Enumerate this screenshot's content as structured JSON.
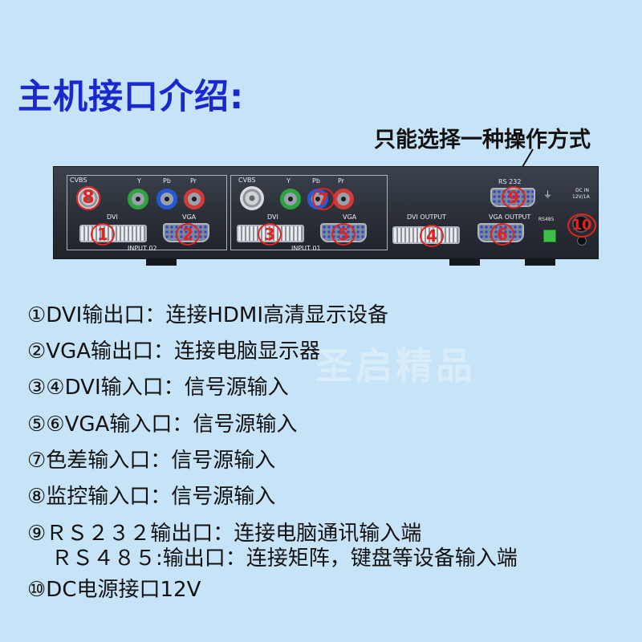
{
  "title": "主机接口介绍:",
  "note": "只能选择一种操作方式",
  "panel": {
    "labels": {
      "cvbs_a": "CVBS",
      "y": "Y",
      "pb": "Pb",
      "pr": "Pr",
      "cvbs_b": "CVBS",
      "y_b": "Y",
      "pb_b": "Pb",
      "pr_b": "Pr",
      "dvi_a": "DVI",
      "vga_a": "VGA",
      "dvi_b": "DVI",
      "vga_b": "VGA",
      "input02": "INPUT 02",
      "input01": "INPUT 01",
      "dvi_output": "DVI OUTPUT",
      "vga_output": "VGA OUTPUT",
      "rs232": "RS 232",
      "rs485": "RS485",
      "dc_in": "DC IN",
      "dc_rating": "12V/1A"
    },
    "numbers": [
      "1",
      "2",
      "3",
      "4",
      "5",
      "6",
      "7",
      "8",
      "9",
      "10"
    ],
    "watermark": "圣启精品"
  },
  "colors": {
    "title": "#1a28d0",
    "marker": "#e32222",
    "background": "#c7e3f7"
  },
  "descriptions": [
    "①DVI输出口：连接HDMI高清显示设备",
    "②VGA输出口：连接电脑显示器",
    "③④DVI输入口：信号源输入",
    "⑤⑥VGA输入口：信号源输入",
    "⑦色差输入口：信号源输入",
    "⑧监控输入口：信号源输入",
    "⑨ＲＳ２３２输出口：连接电脑通讯输入端",
    "ＲＳ４８５:输出口：连接矩阵，键盘等设备输入端",
    "⑩DC电源接口12V"
  ]
}
